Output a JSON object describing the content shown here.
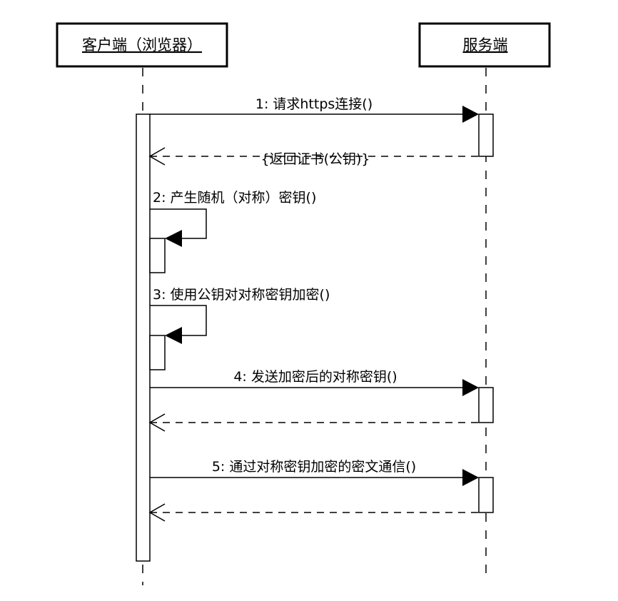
{
  "actors": {
    "client": {
      "label": "客户端（浏览器）"
    },
    "server": {
      "label": "服务端"
    }
  },
  "messages": [
    {
      "label": "1: 请求https连接()"
    },
    {
      "label": "{返回证书(公钥)}"
    },
    {
      "label": "2: 产生随机（对称）密钥()"
    },
    {
      "label": "3: 使用公钥对对称密钥加密()"
    },
    {
      "label": "4: 发送加密后的对称密钥()"
    },
    {
      "label": "5: 通过对称密钥加密的密文通信()"
    }
  ]
}
